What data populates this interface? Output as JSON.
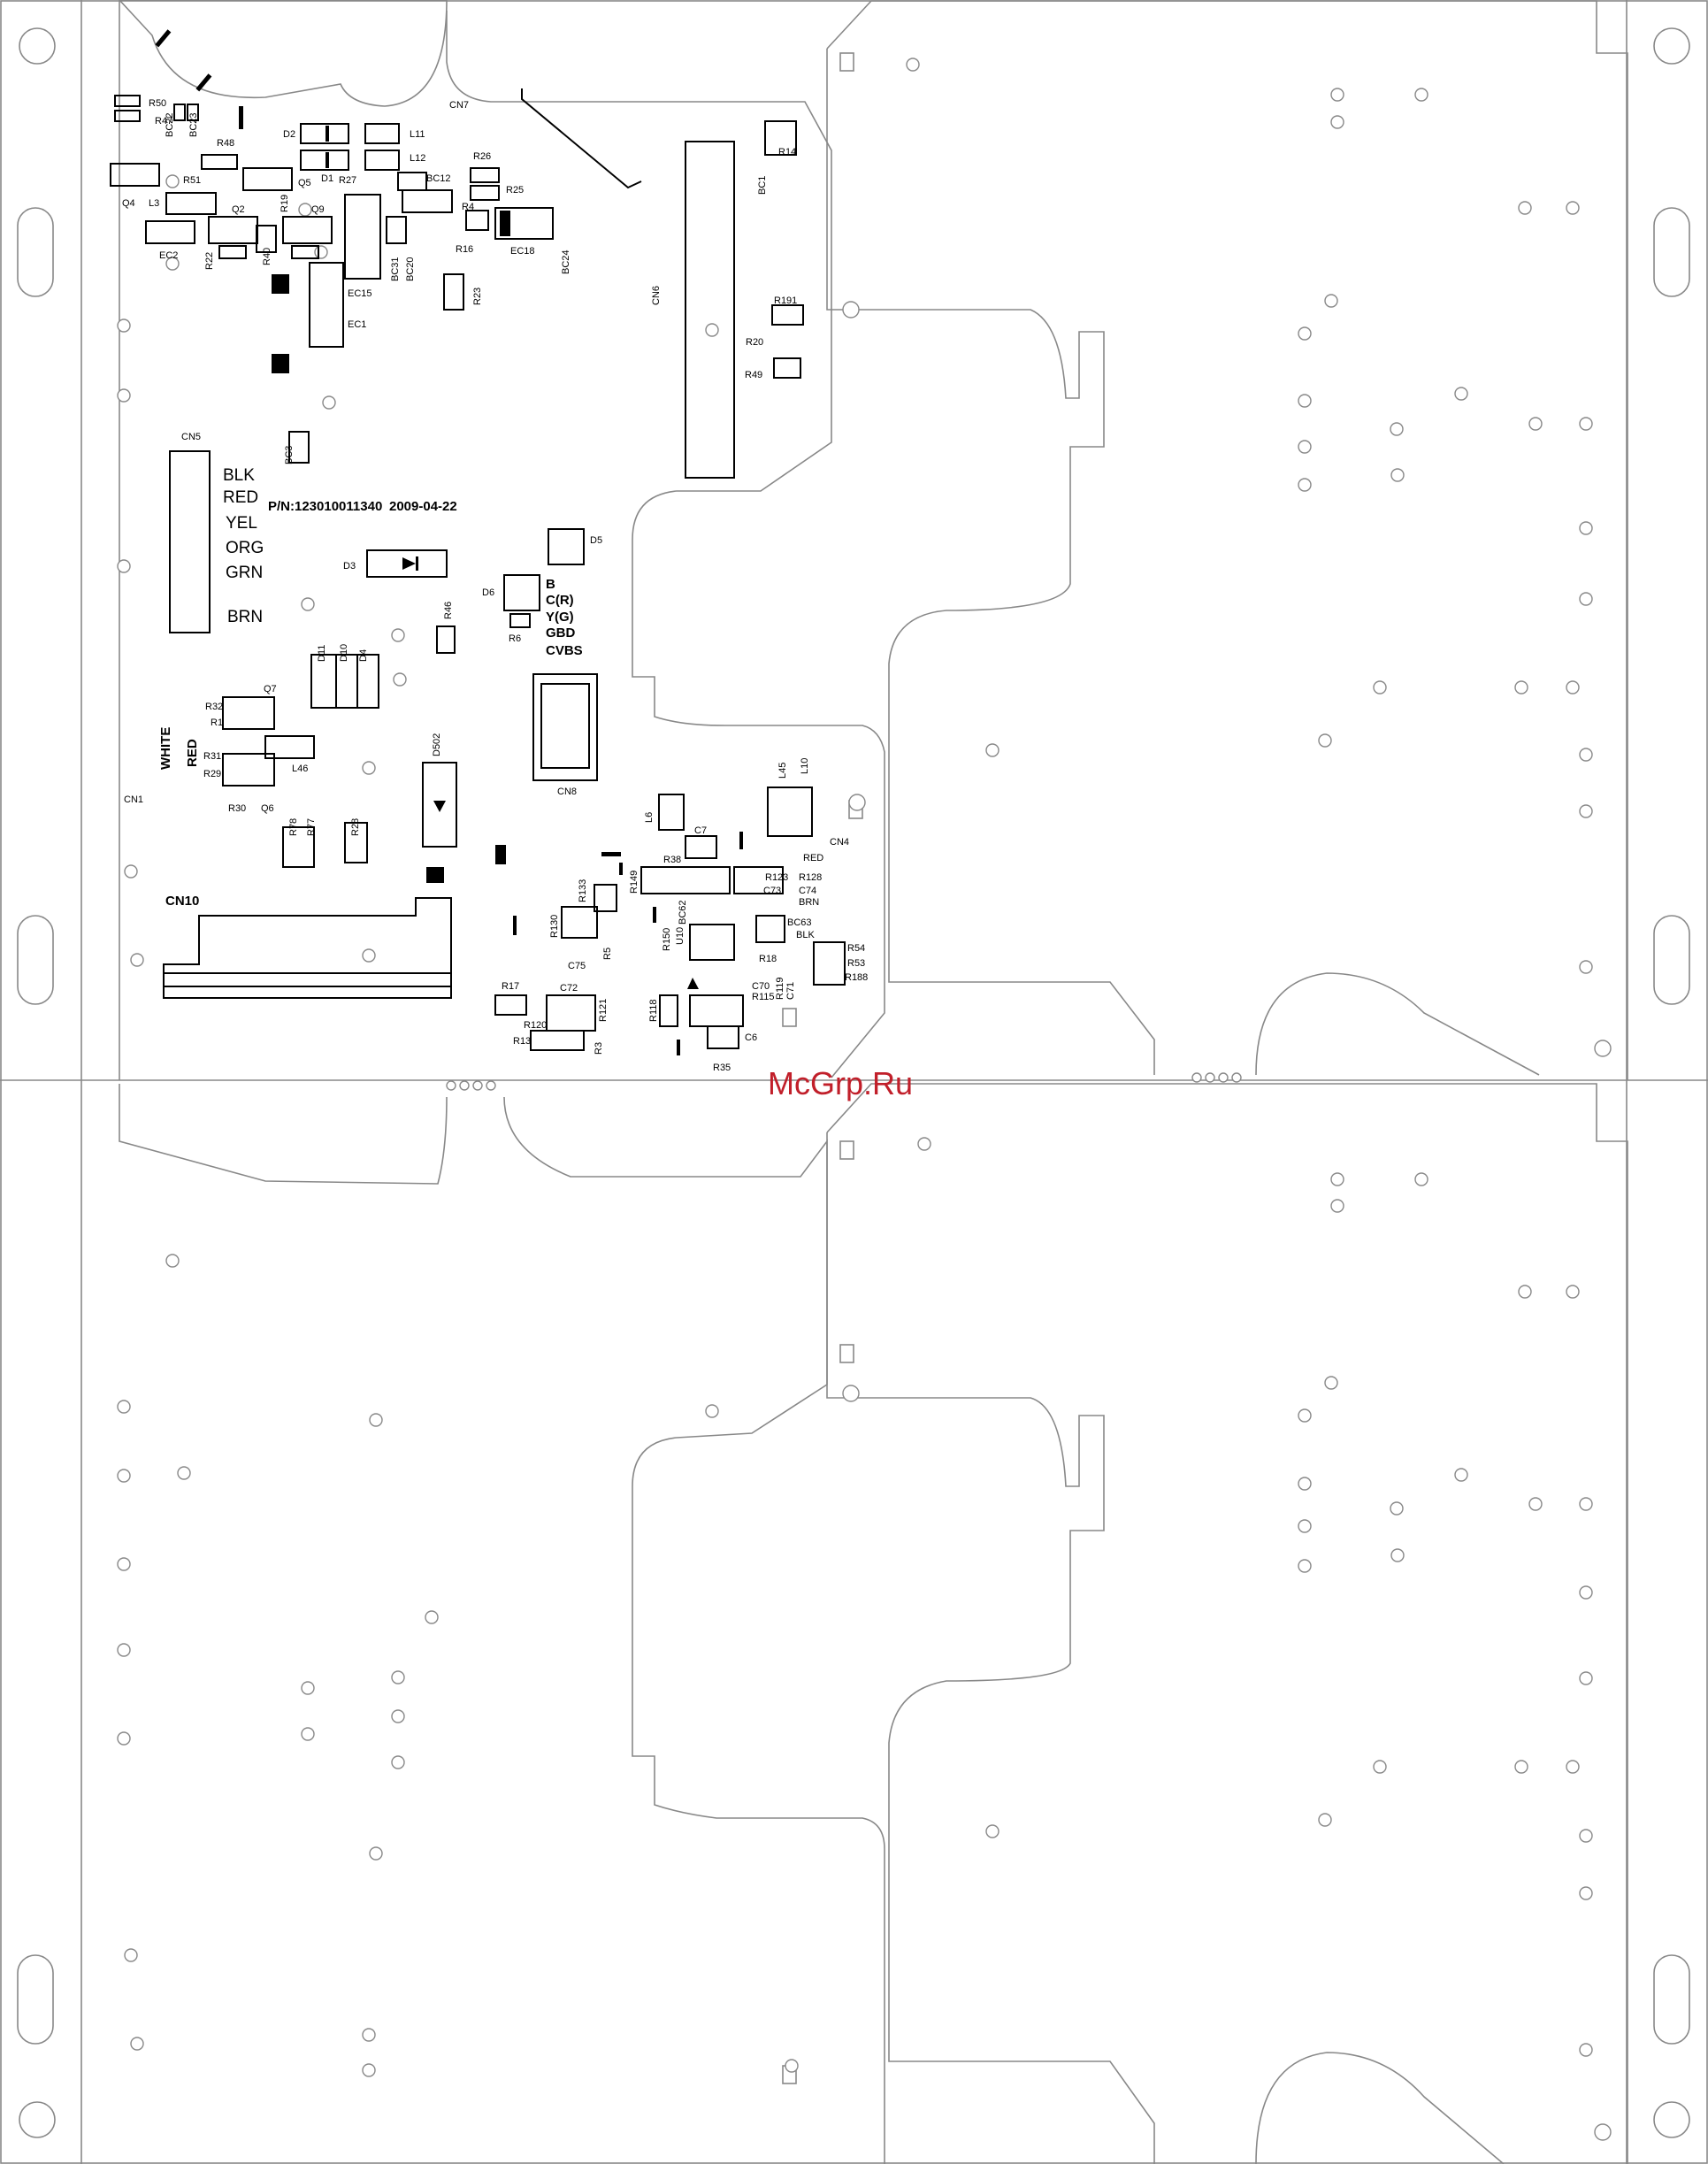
{
  "watermark": "McGrp.Ru",
  "part_number": "P/N:123010011340",
  "date": "2009-04-22",
  "wire_colors_cn5": [
    "BLK",
    "RED",
    "YEL",
    "ORG",
    "GRN",
    "BRN"
  ],
  "video_labels": [
    "B",
    "C(R)",
    "Y(G)",
    "GBD",
    "CVBS"
  ],
  "side_labels": [
    "WHITE",
    "RED"
  ],
  "cn4_labels": [
    "RED",
    "BRN",
    "BLK"
  ],
  "connectors": [
    "CN7",
    "CN6",
    "CN5",
    "CN1",
    "CN10",
    "CN8",
    "CN4"
  ],
  "refs": {
    "R50": "R50",
    "R47": "R47",
    "BC22": "BC22",
    "BC23": "BC23",
    "R48": "R48",
    "R51": "R51",
    "Q4": "Q4",
    "L3": "L3",
    "D2": "D2",
    "D1": "D1",
    "L11": "L11",
    "L12": "L12",
    "R27": "R27",
    "BC12": "BC12",
    "Q5": "Q5",
    "Q2": "Q2",
    "R19": "R19",
    "Q9": "Q9",
    "EC2": "EC2",
    "R22": "R22",
    "R40": "R40",
    "BC31": "BC31",
    "BC20": "BC20",
    "EC15": "EC15",
    "EC1": "EC1",
    "R26": "R26",
    "R25": "R25",
    "R4": "R4",
    "R16": "R16",
    "EC18": "EC18",
    "BC24": "BC24",
    "R23": "R23",
    "R14": "R14",
    "BC1": "BC1",
    "R191": "R191",
    "R20": "R20",
    "R49": "R49",
    "BC3": "BC3",
    "D3": "D3",
    "D5": "D5",
    "D6": "D6",
    "R6": "R6",
    "R46": "R46",
    "D11": "D11",
    "D10": "D10",
    "D4": "D4",
    "Q7": "Q7",
    "R32": "R32",
    "R1": "R1",
    "L46": "L46",
    "R31": "R31",
    "R29": "R29",
    "R30": "R30",
    "Q6": "Q6",
    "D502": "D502",
    "R78": "R78",
    "R77": "R77",
    "R28": "R28",
    "L45": "L45",
    "L10": "L10",
    "L6": "L6",
    "C7": "C7",
    "R38": "R38",
    "R149": "R149",
    "R133": "R133",
    "R130": "R130",
    "C75": "C75",
    "R5": "R5",
    "BC62": "BC62",
    "R150": "R150",
    "U10": "U10",
    "R123": "R123",
    "R128": "R128",
    "C73": "C73",
    "C74": "C74",
    "BC63": "BC63",
    "R18": "R18",
    "R54": "R54",
    "R53": "R53",
    "R188": "R188",
    "C70": "C70",
    "R119": "R119",
    "R115": "R115",
    "C71": "C71",
    "R17": "R17",
    "C72": "C72",
    "R120": "R120",
    "R121": "R121",
    "R13": "R13",
    "R3": "R3",
    "R118": "R118",
    "C6": "C6",
    "R35": "R35"
  }
}
